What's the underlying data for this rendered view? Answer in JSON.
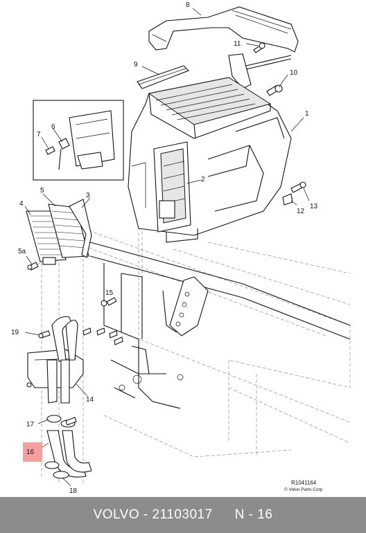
{
  "diagram": {
    "callouts": {
      "c1": "1",
      "c2": "2",
      "c3": "3",
      "c4": "4",
      "c5": "5",
      "c5a": "5a",
      "c6": "6",
      "c7": "7",
      "c8": "8",
      "c9": "9",
      "c10": "10",
      "c11": "11",
      "c12": "12",
      "c13": "13",
      "c14": "14",
      "c15": "15",
      "c16": "16",
      "c17": "17",
      "c18": "18",
      "c19": "19"
    },
    "highlight_color": "#f4a0a0",
    "drawing_ref": "R1041164",
    "copyright": "© Volvo Parts Corp"
  },
  "footer": {
    "brand": "VOLVO",
    "separator": "-",
    "part_number": "21103017",
    "section": "N - 16",
    "background_color": "#8c8c8c"
  }
}
